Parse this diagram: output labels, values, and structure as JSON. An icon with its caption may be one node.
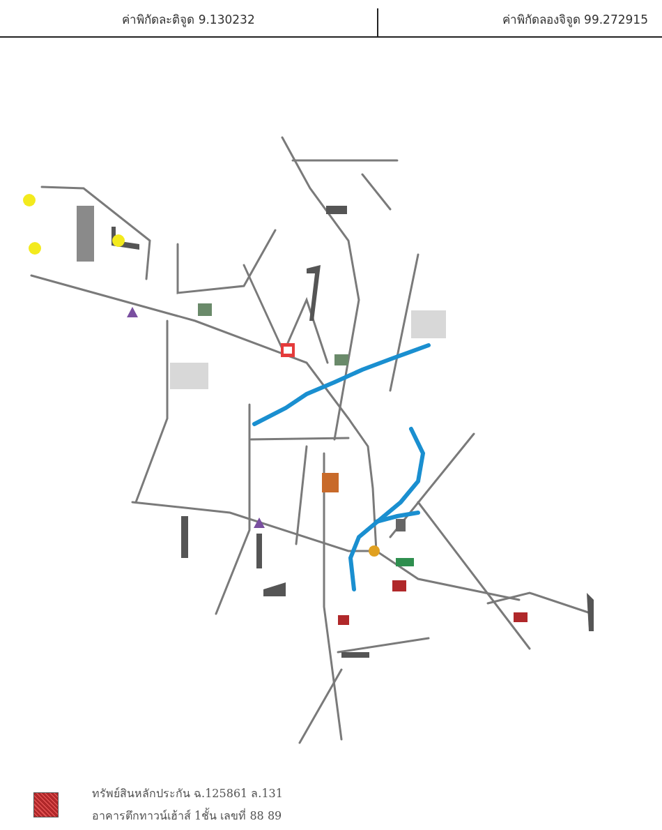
{
  "diagram": {
    "labels": [
      "ค่าพิกัดละติจูด 9.130232",
      "ค่าพิกัดลองจิจูด 99.272915"
    ],
    "legend": [
      {
        "text": "ทรัพย์สินหลักประกัน ฉ.125861 ล.131 อาคารตึกทาวน์เฮ้าส์ 1ชั้น เลขที่ 88 89",
        "color": "#b0282a"
      }
    ]
  }
}
